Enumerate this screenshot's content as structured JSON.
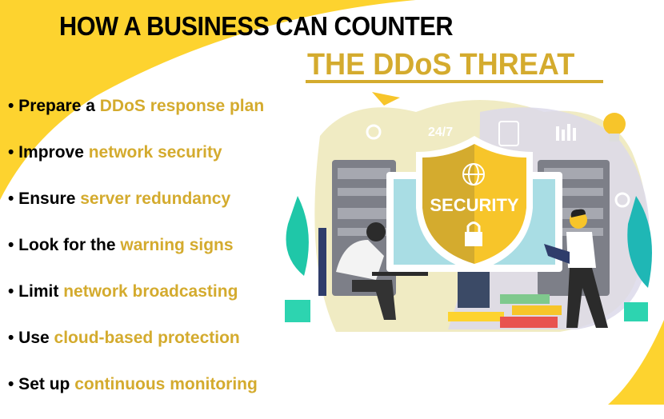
{
  "title": {
    "line1": "HOW A BUSINESS CAN COUNTER",
    "line2": "THE DDoS THREAT"
  },
  "bullets": [
    {
      "prefix": "• Prepare a ",
      "highlight": "DDoS response plan"
    },
    {
      "prefix": "• Improve ",
      "highlight": "network security"
    },
    {
      "prefix": "• Ensure ",
      "highlight": "server redundancy"
    },
    {
      "prefix": "• Look for the ",
      "highlight": "warning signs"
    },
    {
      "prefix": "• Limit ",
      "highlight": "network broadcasting"
    },
    {
      "prefix": "• Use ",
      "highlight": "cloud-based protection"
    },
    {
      "prefix": "• Set up ",
      "highlight": "continuous monitoring"
    }
  ],
  "illustration": {
    "badge_text": "24/7",
    "shield_text": "SECURITY",
    "icons": [
      "paper-plane-icon",
      "gear-icon",
      "clipboard-icon",
      "chart-icon",
      "lightbulb-icon",
      "globe-icon",
      "lock-icon"
    ]
  },
  "colors": {
    "accent_gold": "#d4ab2e",
    "accent_yellow": "#fdd835",
    "text": "#000000"
  }
}
